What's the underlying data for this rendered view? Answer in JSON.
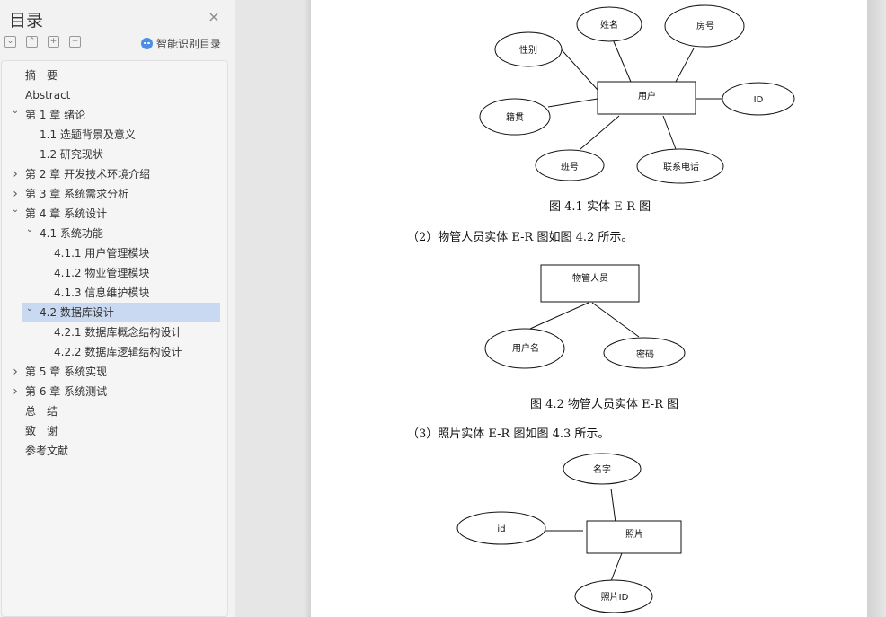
{
  "sidebar": {
    "title": "目录",
    "close_icon": "close-icon",
    "tools": [
      {
        "name": "expand-all",
        "glyph": "⌄"
      },
      {
        "name": "collapse-all",
        "glyph": "⌃"
      },
      {
        "name": "increase-level",
        "glyph": "+"
      },
      {
        "name": "decrease-level",
        "glyph": "−"
      }
    ],
    "smart_label": "智能识别目录",
    "toc": [
      {
        "label": "摘　要",
        "level": 0,
        "chevron": ""
      },
      {
        "label": "Abstract",
        "level": 0,
        "chevron": ""
      },
      {
        "label": "第 1 章  绪论",
        "level": 0,
        "chevron": "down"
      },
      {
        "label": "1.1  选题背景及意义",
        "level": 1,
        "chevron": ""
      },
      {
        "label": "1.2 研究现状",
        "level": 1,
        "chevron": ""
      },
      {
        "label": "第 2 章  开发技术环境介绍",
        "level": 0,
        "chevron": "right"
      },
      {
        "label": "第 3 章  系统需求分析",
        "level": 0,
        "chevron": "right"
      },
      {
        "label": "第 4 章  系统设计",
        "level": 0,
        "chevron": "down"
      },
      {
        "label": "4.1 系统功能",
        "level": 1,
        "chevron": "down"
      },
      {
        "label": "4.1.1 用户管理模块",
        "level": 2,
        "chevron": ""
      },
      {
        "label": "4.1.2  物业管理模块",
        "level": 2,
        "chevron": ""
      },
      {
        "label": "4.1.3  信息维护模块",
        "level": 2,
        "chevron": ""
      },
      {
        "label": "4.2 数据库设计",
        "level": 1,
        "chevron": "down",
        "selected": true
      },
      {
        "label": "4.2.1  数据库概念结构设计",
        "level": 2,
        "chevron": ""
      },
      {
        "label": "4.2.2  数据库逻辑结构设计",
        "level": 2,
        "chevron": ""
      },
      {
        "label": "第 5 章  系统实现",
        "level": 0,
        "chevron": "right"
      },
      {
        "label": "第 6 章  系统测试",
        "level": 0,
        "chevron": "right"
      },
      {
        "label": "总　结",
        "level": 0,
        "chevron": ""
      },
      {
        "label": "致　谢",
        "level": 0,
        "chevron": ""
      },
      {
        "label": "参考文献",
        "level": 0,
        "chevron": ""
      }
    ],
    "selected_color": "#c9d9f2"
  },
  "document": {
    "fig1": {
      "entity": "用户",
      "attributes": [
        "姓名",
        "房号",
        "性别",
        "ID",
        "籍贯",
        "班号",
        "联系电话"
      ],
      "caption": "图 4.1   实体 E-R 图"
    },
    "para2": "（2）物管人员实体 E-R 图如图 4.2 所示。",
    "fig2": {
      "entity": "物管人员",
      "attributes": [
        "用户名",
        "密码"
      ],
      "caption": "图 4.2   物管人员实体 E-R 图"
    },
    "para3": "（3）照片实体 E-R 图如图 4.3 所示。",
    "fig3": {
      "entity": "照片",
      "attributes": [
        "名字",
        "id",
        "照片ID"
      ]
    }
  }
}
